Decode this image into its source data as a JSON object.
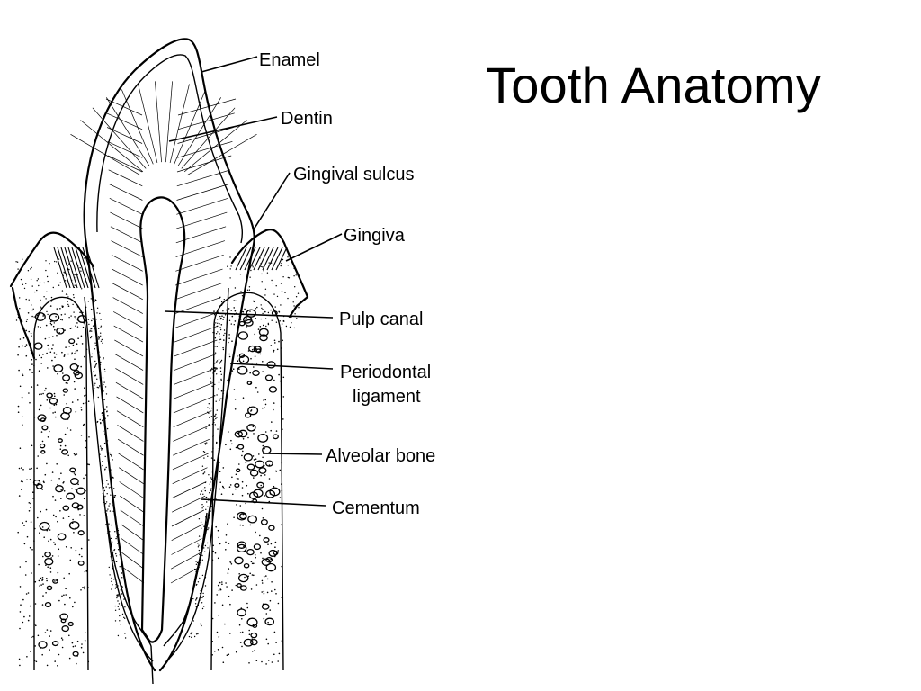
{
  "slide": {
    "title": "Tooth Anatomy"
  },
  "labels": {
    "enamel": "Enamel",
    "dentin": "Dentin",
    "gingival_sulcus": "Gingival sulcus",
    "gingiva": "Gingiva",
    "pulp_canal": "Pulp canal",
    "periodontal_line1": "Periodontal",
    "periodontal_line2": "ligament",
    "alveolar_bone": "Alveolar bone",
    "cementum": "Cementum"
  },
  "colors": {
    "ink": "#000000",
    "background": "#ffffff"
  }
}
